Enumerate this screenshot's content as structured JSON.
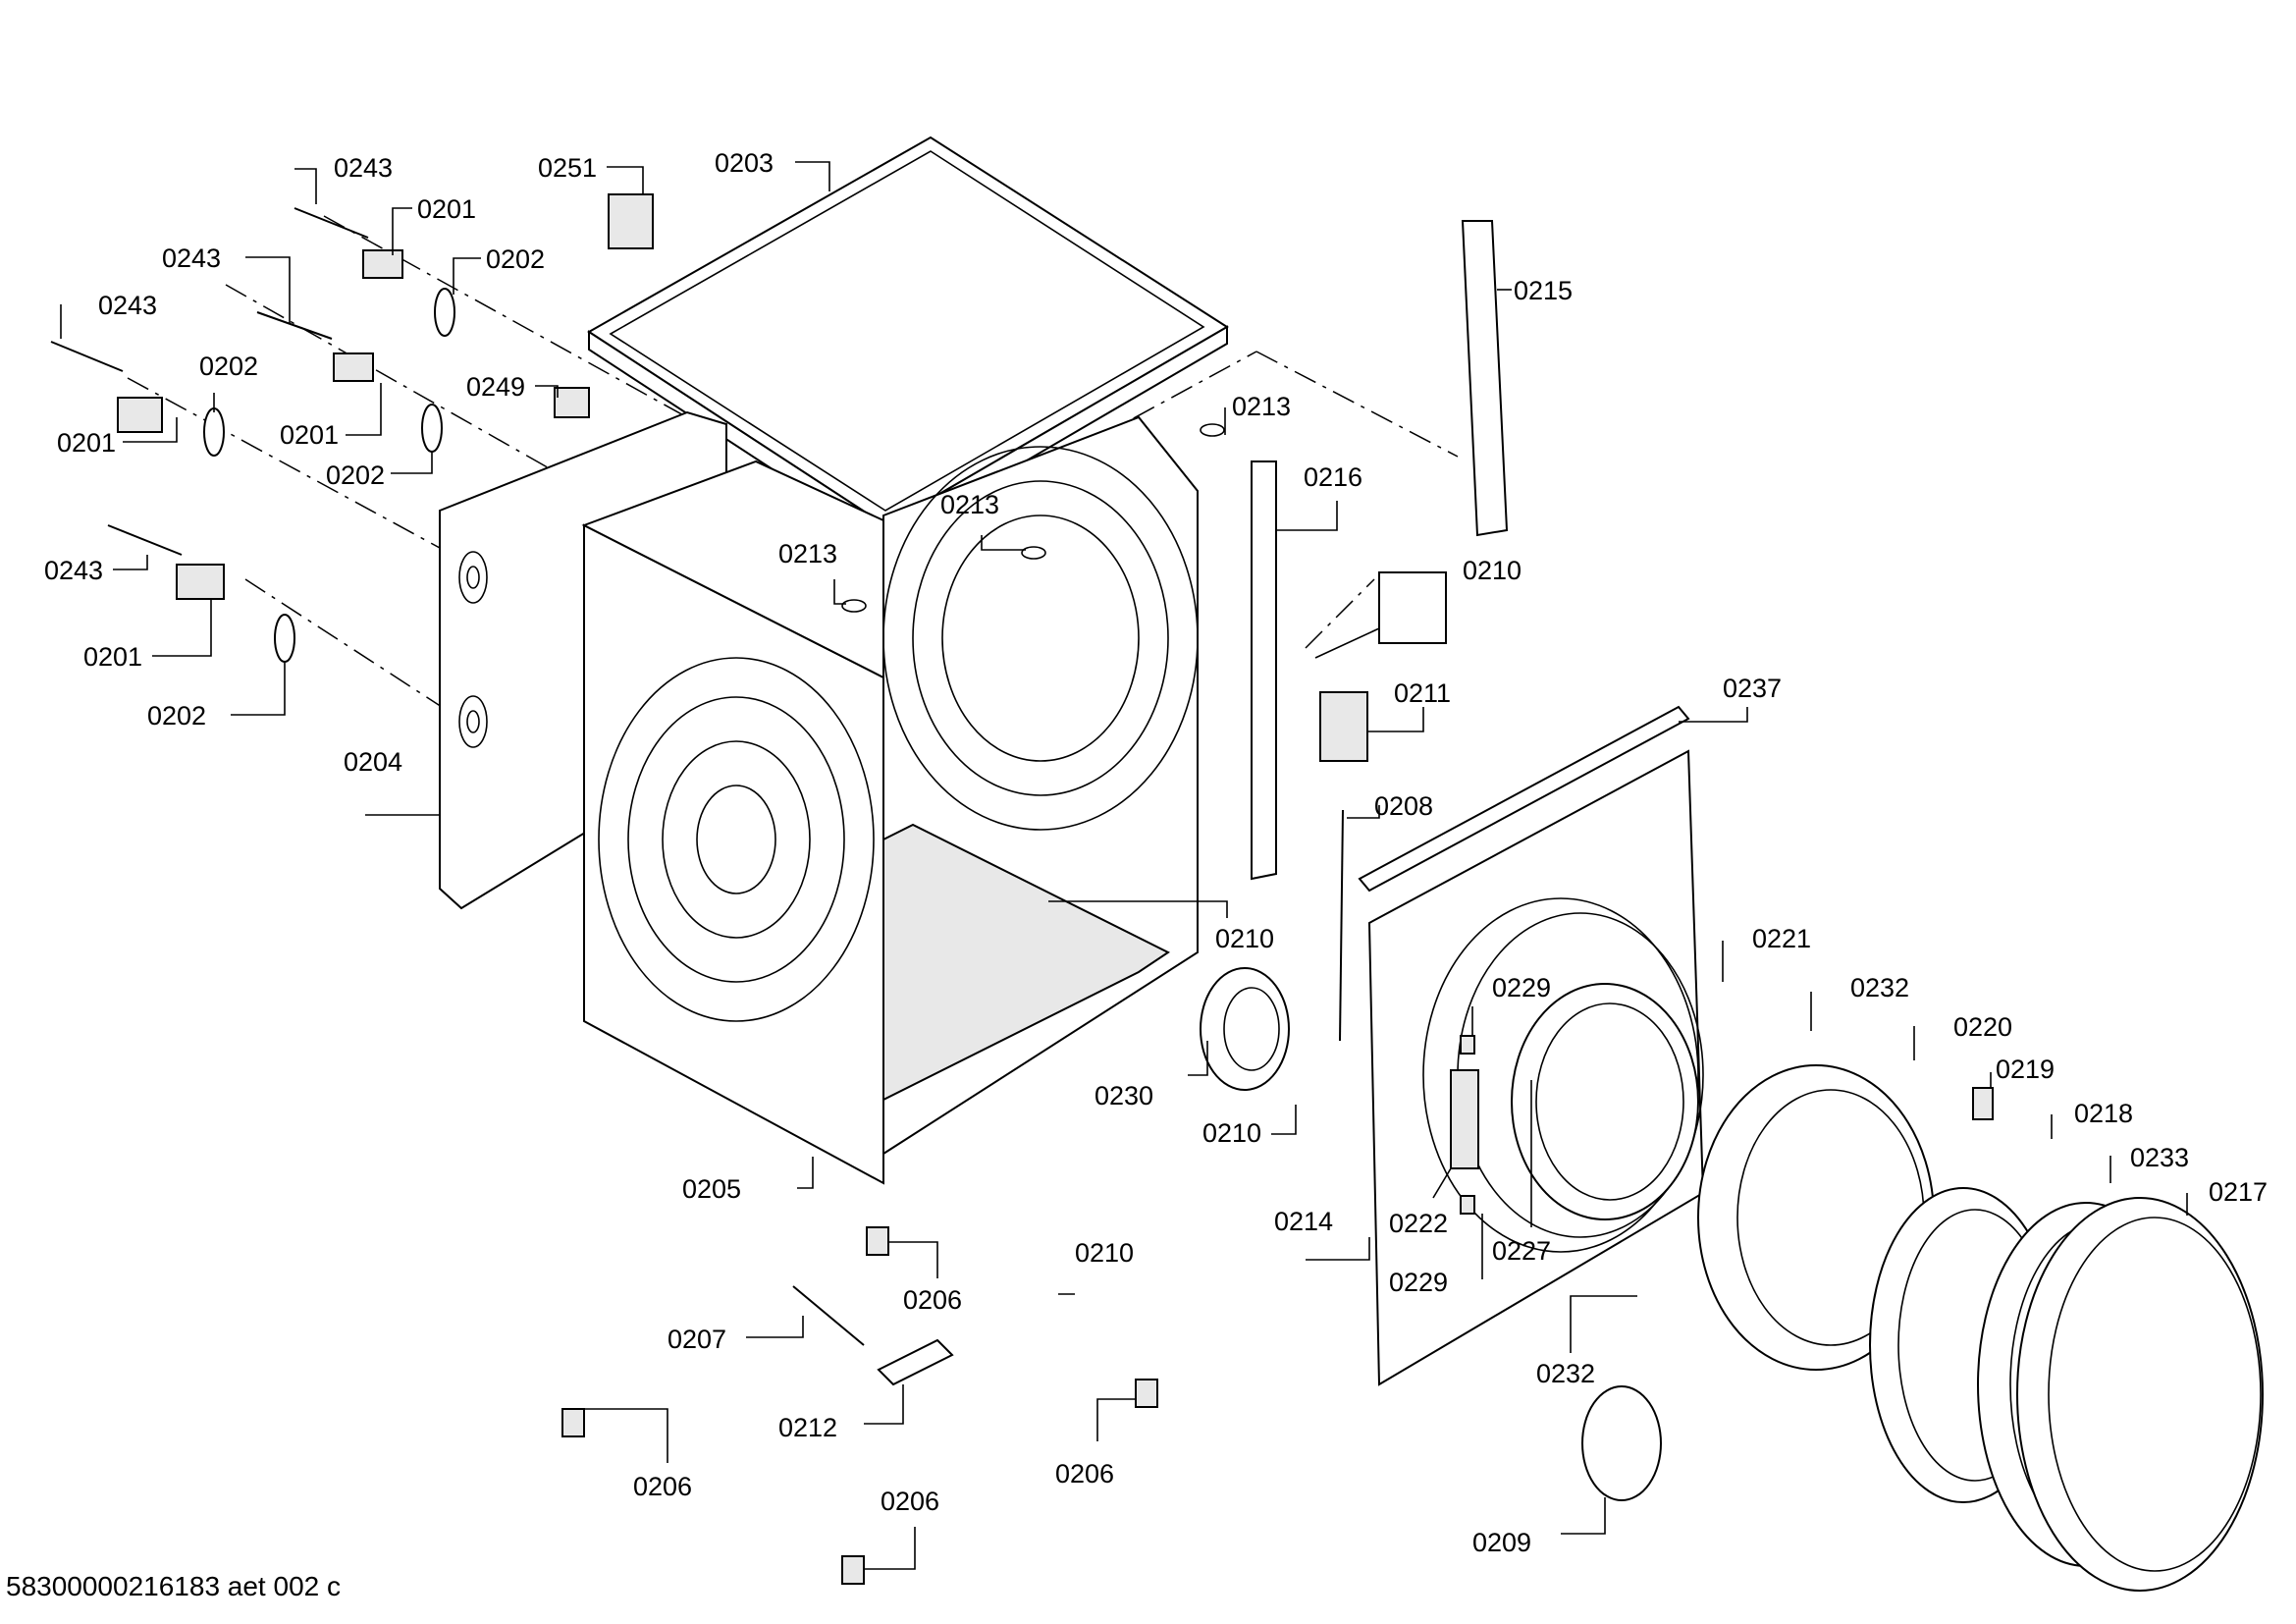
{
  "document_id": "58300000216183 aet 002 c",
  "callouts": [
    {
      "id": "c-0243-a",
      "label": "0243"
    },
    {
      "id": "c-0201-a",
      "label": "0201"
    },
    {
      "id": "c-0243-b",
      "label": "0243"
    },
    {
      "id": "c-0202-a",
      "label": "0202"
    },
    {
      "id": "c-0243-c",
      "label": "0243"
    },
    {
      "id": "c-0202-b",
      "label": "0202"
    },
    {
      "id": "c-0201-b",
      "label": "0201"
    },
    {
      "id": "c-0201-c",
      "label": "0201"
    },
    {
      "id": "c-0202-c",
      "label": "0202"
    },
    {
      "id": "c-0243-d",
      "label": "0243"
    },
    {
      "id": "c-0201-d",
      "label": "0201"
    },
    {
      "id": "c-0202-d",
      "label": "0202"
    },
    {
      "id": "c-0251",
      "label": "0251"
    },
    {
      "id": "c-0203",
      "label": "0203"
    },
    {
      "id": "c-0249",
      "label": "0249"
    },
    {
      "id": "c-0204",
      "label": "0204"
    },
    {
      "id": "c-0213-a",
      "label": "0213"
    },
    {
      "id": "c-0213-b",
      "label": "0213"
    },
    {
      "id": "c-0213-c",
      "label": "0213"
    },
    {
      "id": "c-0215",
      "label": "0215"
    },
    {
      "id": "c-0216",
      "label": "0216"
    },
    {
      "id": "c-0210-a",
      "label": "0210"
    },
    {
      "id": "c-0211",
      "label": "0211"
    },
    {
      "id": "c-0237",
      "label": "0237"
    },
    {
      "id": "c-0208",
      "label": "0208"
    },
    {
      "id": "c-0210-b",
      "label": "0210"
    },
    {
      "id": "c-0221",
      "label": "0221"
    },
    {
      "id": "c-0229-a",
      "label": "0229"
    },
    {
      "id": "c-0232-a",
      "label": "0232"
    },
    {
      "id": "c-0230",
      "label": "0230"
    },
    {
      "id": "c-0220",
      "label": "0220"
    },
    {
      "id": "c-0219",
      "label": "0219"
    },
    {
      "id": "c-0218",
      "label": "0218"
    },
    {
      "id": "c-0210-c",
      "label": "0210"
    },
    {
      "id": "c-0233",
      "label": "0233"
    },
    {
      "id": "c-0217",
      "label": "0217"
    },
    {
      "id": "c-0205",
      "label": "0205"
    },
    {
      "id": "c-0214",
      "label": "0214"
    },
    {
      "id": "c-0222",
      "label": "0222"
    },
    {
      "id": "c-0227",
      "label": "0227"
    },
    {
      "id": "c-0210-d",
      "label": "0210"
    },
    {
      "id": "c-0206-a",
      "label": "0206"
    },
    {
      "id": "c-0229-b",
      "label": "0229"
    },
    {
      "id": "c-0207",
      "label": "0207"
    },
    {
      "id": "c-0232-b",
      "label": "0232"
    },
    {
      "id": "c-0212",
      "label": "0212"
    },
    {
      "id": "c-0206-b",
      "label": "0206"
    },
    {
      "id": "c-0206-c",
      "label": "0206"
    },
    {
      "id": "c-0209",
      "label": "0209"
    },
    {
      "id": "c-0206-d",
      "label": "0206"
    }
  ]
}
